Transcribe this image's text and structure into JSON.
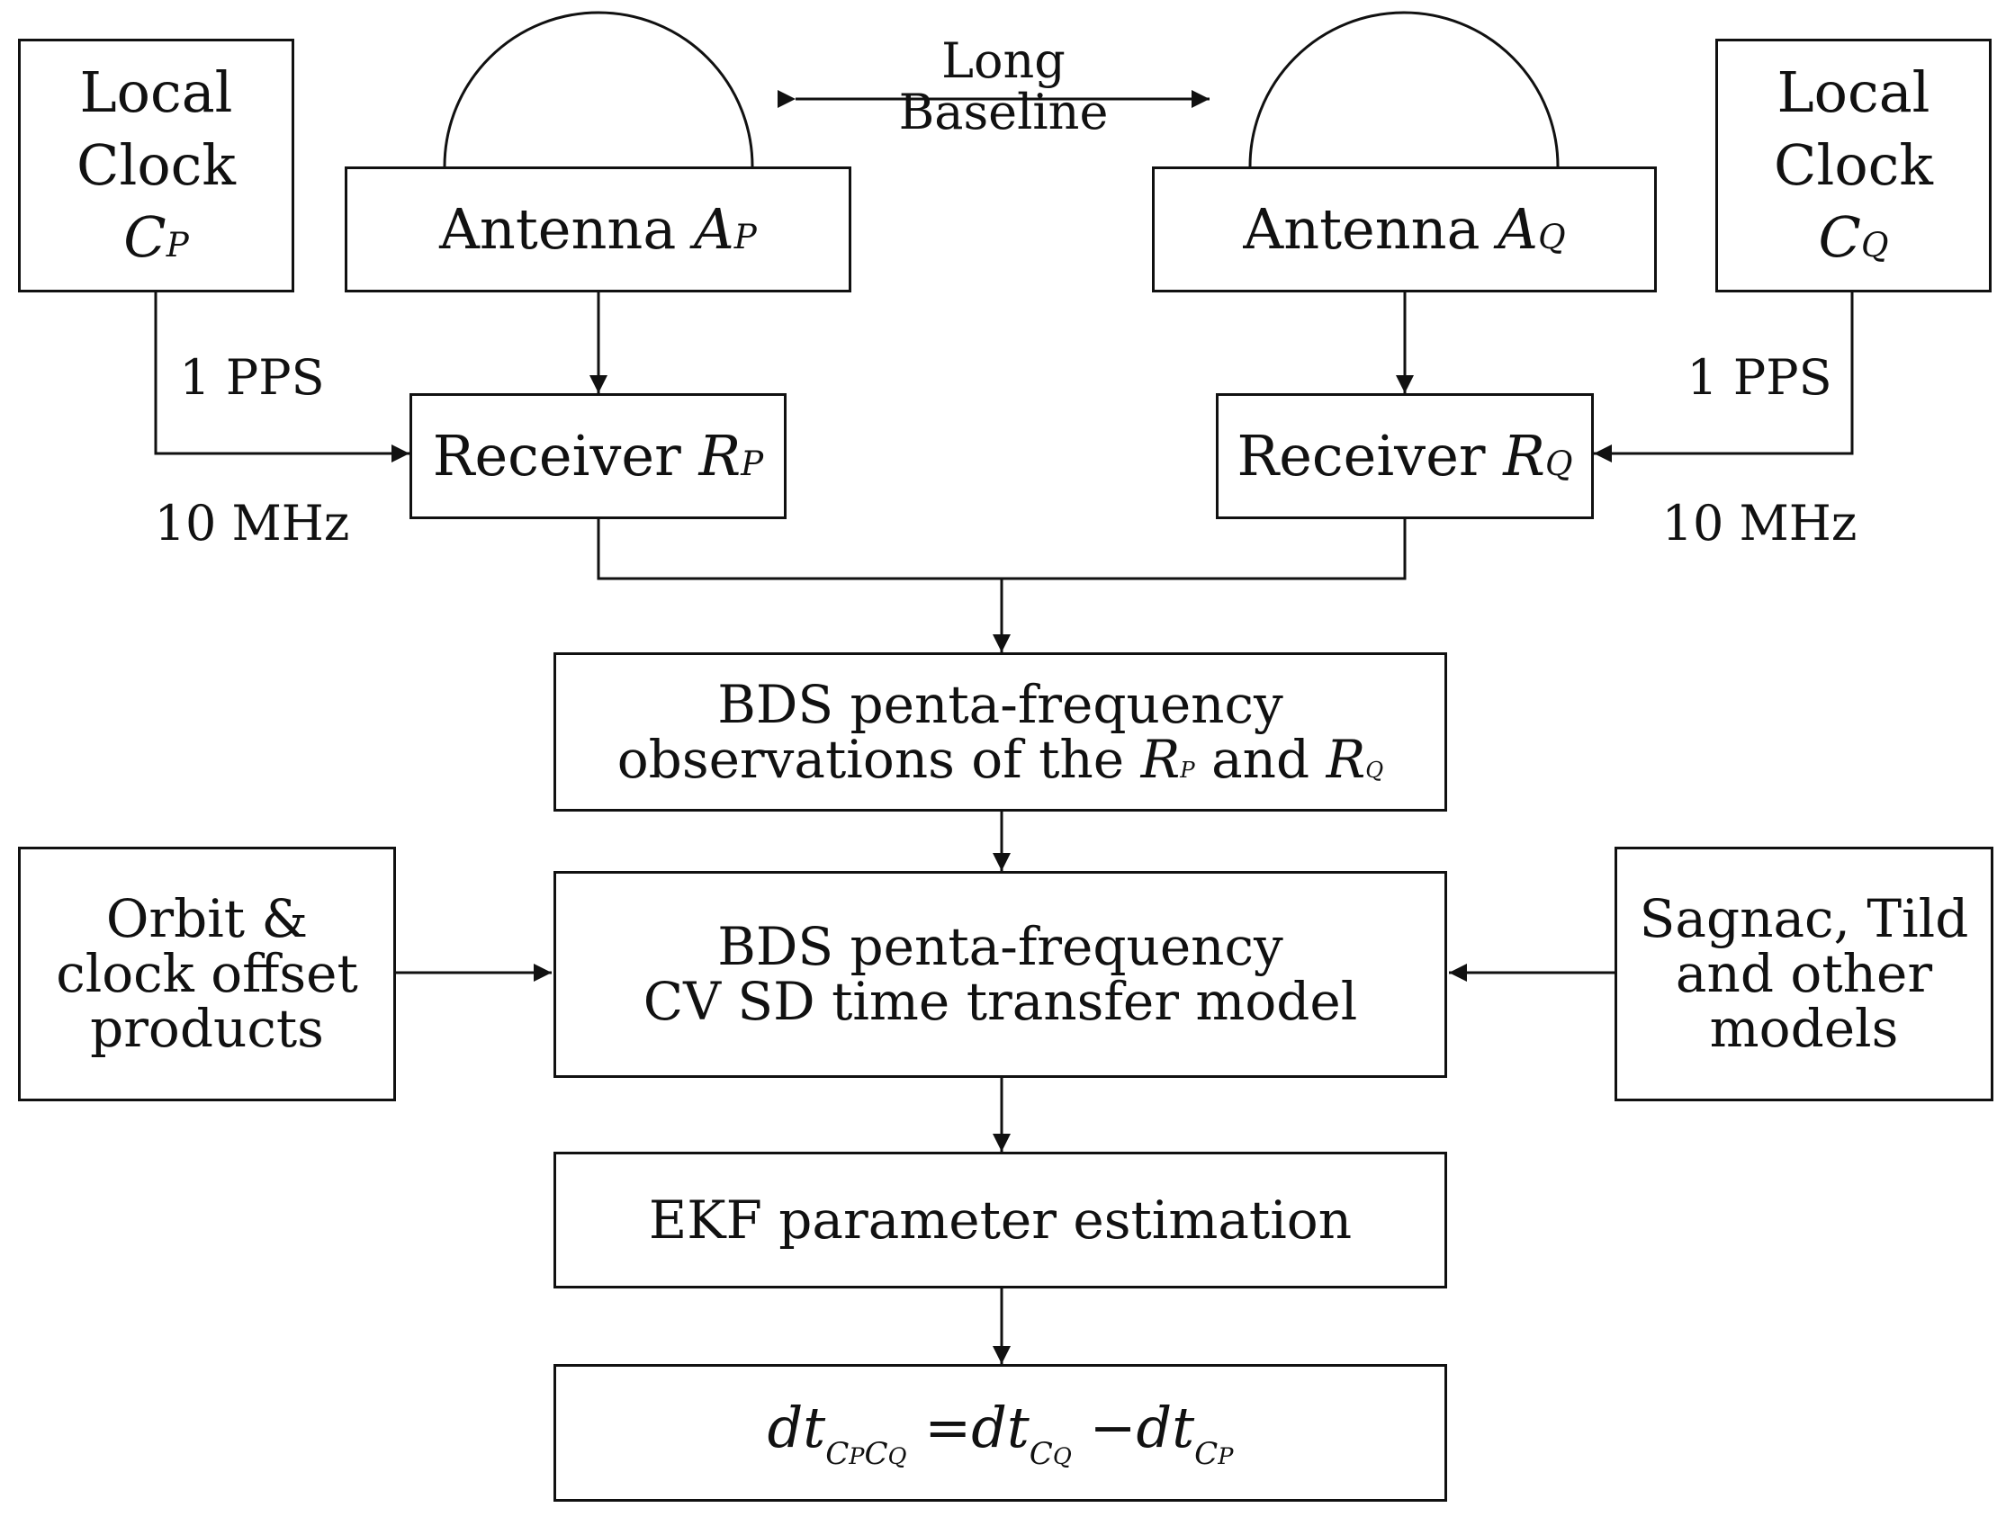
{
  "clock_p": {
    "line1": "Local",
    "line2": "Clock",
    "var": "C",
    "sub": "P"
  },
  "clock_q": {
    "line1": "Local",
    "line2": "Clock",
    "var": "C",
    "sub": "Q"
  },
  "antenna_p": {
    "label": "Antenna",
    "var": "A",
    "sub": "P"
  },
  "antenna_q": {
    "label": "Antenna",
    "var": "A",
    "sub": "Q"
  },
  "receiver_p": {
    "label": "Receiver",
    "var": "R",
    "sub": "P"
  },
  "receiver_q": {
    "label": "Receiver",
    "var": "R",
    "sub": "Q"
  },
  "baseline": {
    "line1": "Long",
    "line2": "Baseline"
  },
  "signal_left": {
    "pps": "1 PPS",
    "mhz": "10 MHz"
  },
  "signal_right": {
    "pps": "1 PPS",
    "mhz": "10 MHz"
  },
  "observations": {
    "line1": "BDS penta-frequency",
    "line2_prefix": "observations of the",
    "var1": "R",
    "sub1": "P",
    "conj": "and",
    "var2": "R",
    "sub2": "Q"
  },
  "orbit": {
    "line1": "Orbit &",
    "line2": "clock offset",
    "line3": "products"
  },
  "model": {
    "line1": "BDS penta-frequency",
    "line2": "CV SD time transfer model"
  },
  "sagnac": {
    "line1": "Sagnac, Tild",
    "line2": "and other",
    "line3": "models"
  },
  "ekf": {
    "label": "EKF parameter estimation"
  },
  "equation": {
    "lhs": "dt",
    "lhs_c1": "C",
    "lhs_s1": "P",
    "lhs_c2": "C",
    "lhs_s2": "Q",
    "eq": "=",
    "t1": "dt",
    "t1_c": "C",
    "t1_s": "Q",
    "minus": "−",
    "t2": "dt",
    "t2_c": "C",
    "t2_s": "P"
  }
}
